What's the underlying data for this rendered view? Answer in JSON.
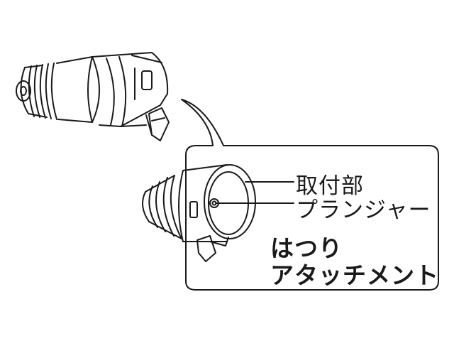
{
  "labels": {
    "mount": "取付部",
    "plunger": "プランジャー",
    "title_line1": "はつり",
    "title_line2": "アタッチメント"
  },
  "colors": {
    "line": "#1a1a1a",
    "background": "#ffffff"
  }
}
